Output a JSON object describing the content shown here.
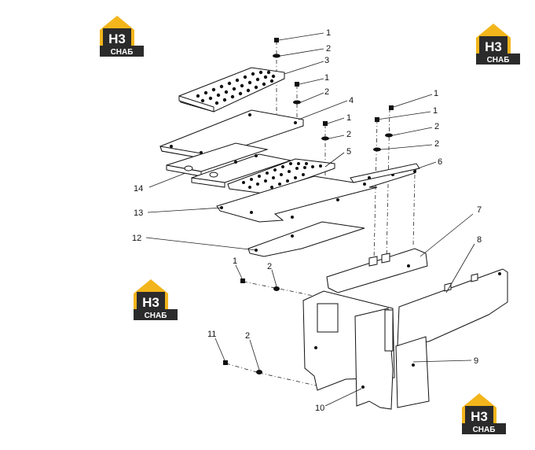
{
  "brand": {
    "logo_glyph": "H3",
    "logo_text": "СНАБ",
    "colors": {
      "yellow": "#f2b51b",
      "dark": "#2b2b2b",
      "line": "#111111"
    }
  },
  "callouts": [
    {
      "id": "c1",
      "text": "1"
    },
    {
      "id": "c2",
      "text": "2"
    },
    {
      "id": "c3",
      "text": "3"
    },
    {
      "id": "c4",
      "text": "1"
    },
    {
      "id": "c5",
      "text": "2"
    },
    {
      "id": "c6",
      "text": "4"
    },
    {
      "id": "c7",
      "text": "1"
    },
    {
      "id": "c8",
      "text": "1"
    },
    {
      "id": "c9",
      "text": "1"
    },
    {
      "id": "c10",
      "text": "2"
    },
    {
      "id": "c11",
      "text": "2"
    },
    {
      "id": "c12",
      "text": "2"
    },
    {
      "id": "c13",
      "text": "5"
    },
    {
      "id": "c14",
      "text": "6"
    },
    {
      "id": "c15",
      "text": "14"
    },
    {
      "id": "c16",
      "text": "13"
    },
    {
      "id": "c17",
      "text": "7"
    },
    {
      "id": "c18",
      "text": "12"
    },
    {
      "id": "c19",
      "text": "8"
    },
    {
      "id": "c20",
      "text": "1"
    },
    {
      "id": "c21",
      "text": "2"
    },
    {
      "id": "c22",
      "text": "11"
    },
    {
      "id": "c23",
      "text": "2"
    },
    {
      "id": "c24",
      "text": "9"
    },
    {
      "id": "c25",
      "text": "10"
    }
  ]
}
